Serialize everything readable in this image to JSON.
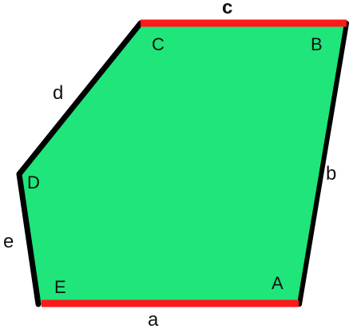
{
  "diagram": {
    "colors": {
      "fill": "#1FE57A",
      "outline": "#000000",
      "highlight": "#FF1A1A",
      "text": "#111111"
    },
    "vertices": {
      "A": "A",
      "B": "B",
      "C": "C",
      "D": "D",
      "E": "E"
    },
    "sides": {
      "a": "a",
      "b": "b",
      "c": "c",
      "d": "d",
      "e": "e"
    },
    "highlighted_sides": [
      "a",
      "c"
    ]
  }
}
